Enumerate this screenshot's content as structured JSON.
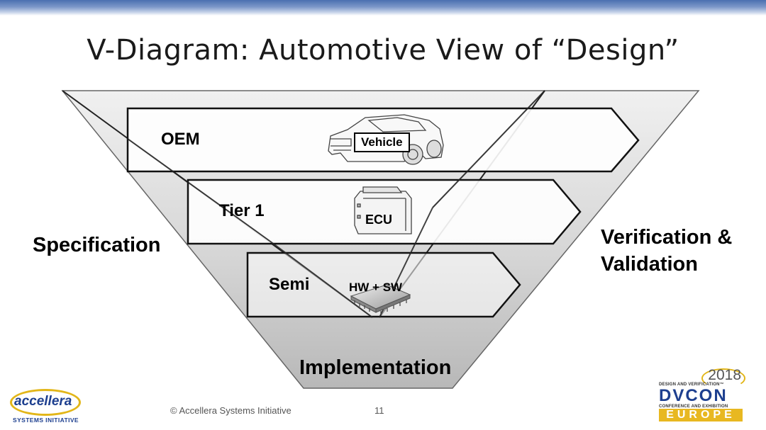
{
  "slide": {
    "title": "V-Diagram: Automotive View of “Design”",
    "left_label": "Specification",
    "right_label_line1": "Verification &",
    "right_label_line2": "Validation",
    "bottom_label": "Implementation"
  },
  "rows": [
    {
      "label": "OEM",
      "item": "Vehicle",
      "icon": "car-icon"
    },
    {
      "label": "Tier 1",
      "item": "ECU",
      "icon": "ecu-icon"
    },
    {
      "label": "Semi",
      "item": "HW + SW",
      "icon": "chip-icon"
    }
  ],
  "footer": {
    "copyright": "© Accellera Systems Initiative",
    "page_number": "11"
  },
  "logos": {
    "accellera_word": "accellera",
    "accellera_sub": "SYSTEMS INITIATIVE",
    "dvcon_year": "2018",
    "dvcon_top": "DESIGN AND VERIFICATION™",
    "dvcon_main": "DVCON",
    "dvcon_sub": "CONFERENCE AND EXHIBITION",
    "dvcon_region": "EUROPE"
  },
  "colors": {
    "top_bar": "#4a6fb0",
    "v_shape_light": "#ececec",
    "v_shape_dark": "#bdbdbd",
    "accellera_blue": "#1d3f8f",
    "accellera_gold": "#e2b619"
  }
}
